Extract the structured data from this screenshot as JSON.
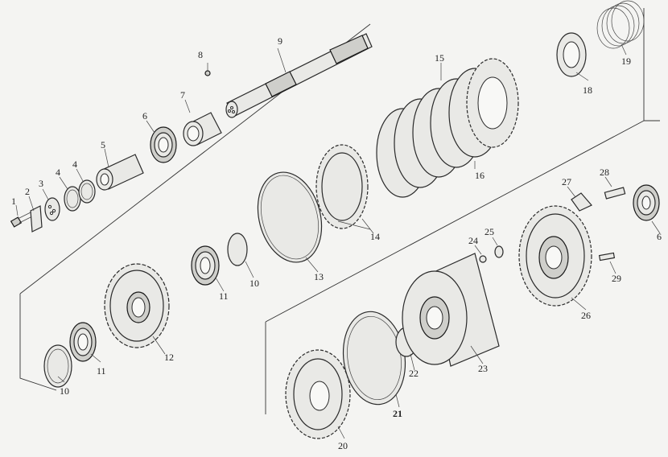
{
  "labels": {
    "p1": "1",
    "p2": "2",
    "p3": "3",
    "p4": "4",
    "p5": "5",
    "p6a": "6",
    "p6b": "6",
    "p7": "7",
    "p8": "8",
    "p9": "9",
    "p10a": "10",
    "p10b": "10",
    "p11a": "11",
    "p11b": "11",
    "p12": "12",
    "p13": "13",
    "p14": "14",
    "p15": "15",
    "p16": "16",
    "p18": "18",
    "p19": "19",
    "p20": "20",
    "p21": "21",
    "p22": "22",
    "p23": "23",
    "p24": "24",
    "p25": "25",
    "p26": "26",
    "p27": "27",
    "p28": "28",
    "p29": "29"
  }
}
